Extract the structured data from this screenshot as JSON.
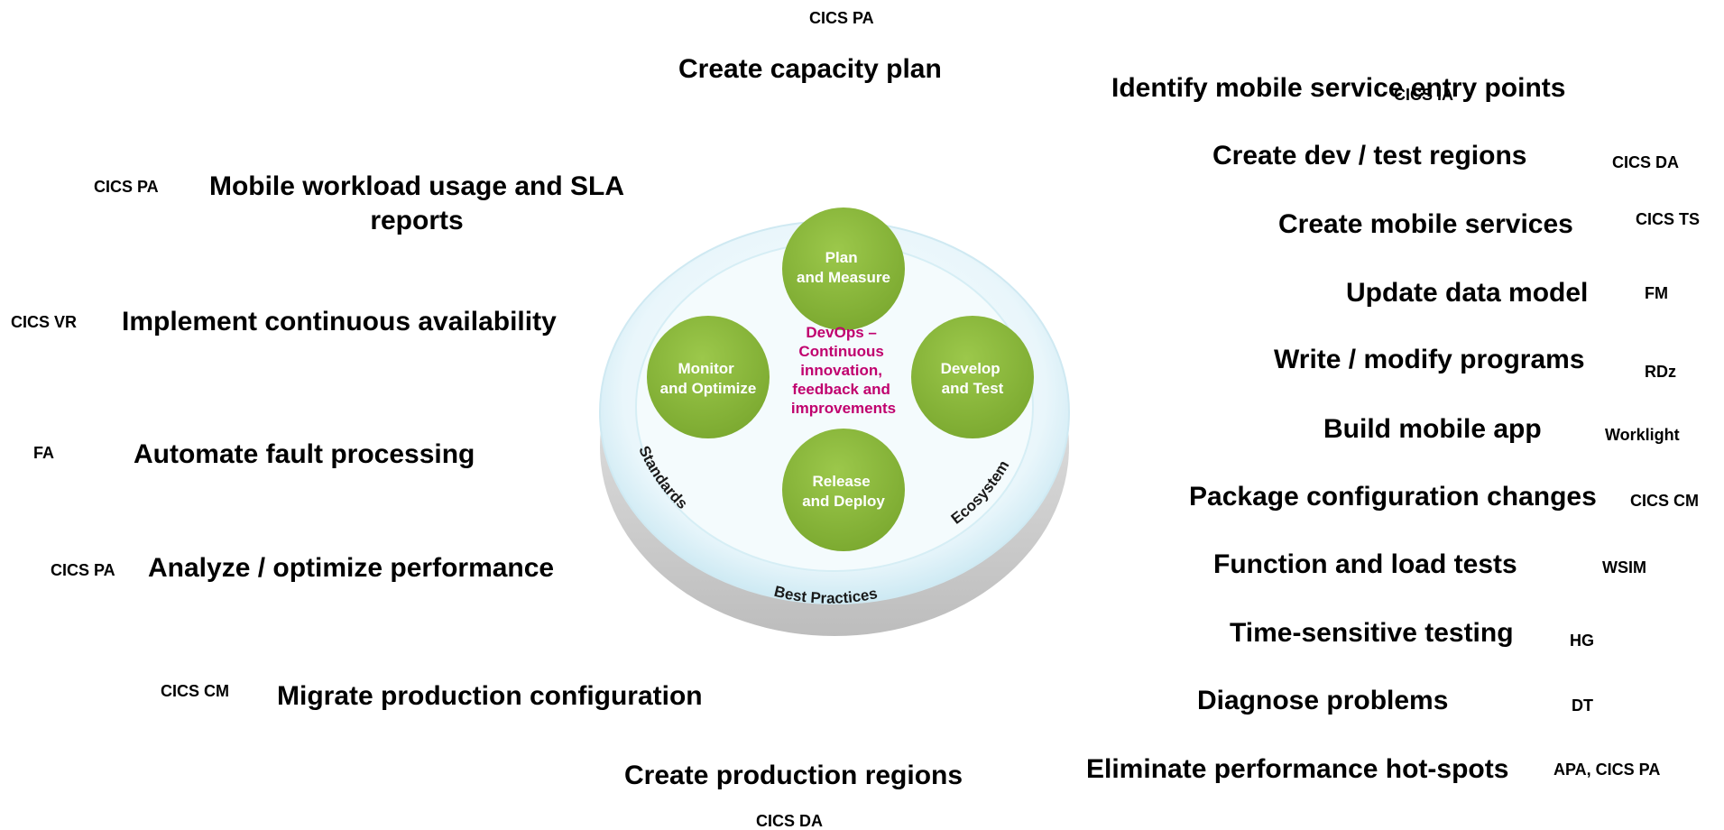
{
  "top": {
    "tool": "CICS PA",
    "task": "Create capacity plan"
  },
  "bottom": {
    "task": "Create production regions",
    "tool": "CICS DA"
  },
  "left": [
    {
      "tool": "CICS PA",
      "task_line1": "Mobile workload usage and SLA",
      "task_line2": "reports"
    },
    {
      "tool": "CICS VR",
      "task": "Implement continuous availability"
    },
    {
      "tool": "FA",
      "task": "Automate fault processing"
    },
    {
      "tool": "CICS PA",
      "task": "Analyze / optimize performance"
    },
    {
      "tool": "CICS CM",
      "task": "Migrate production configuration"
    }
  ],
  "right": [
    {
      "task": "Identify mobile service entry points",
      "tool": "CICS IA"
    },
    {
      "task": "Create dev / test regions",
      "tool": "CICS DA"
    },
    {
      "task": "Create mobile services",
      "tool": "CICS TS"
    },
    {
      "task": "Update data model",
      "tool": "FM"
    },
    {
      "task": "Write / modify programs",
      "tool": "RDz"
    },
    {
      "task": "Build mobile app",
      "tool": "Worklight"
    },
    {
      "task": "Package configuration changes",
      "tool": "CICS CM"
    },
    {
      "task": "Function  and load tests",
      "tool": "WSIM"
    },
    {
      "task": "Time-sensitive testing",
      "tool": "HG"
    },
    {
      "task": "Diagnose problems",
      "tool": "DT"
    },
    {
      "task": "Eliminate performance hot-spots",
      "tool": "APA, CICS PA"
    }
  ],
  "wheel": {
    "center_lines": [
      "DevOps –",
      "Continuous",
      "innovation,",
      "feedback and",
      "improvements"
    ],
    "plan": [
      "Plan",
      "and Measure"
    ],
    "develop": [
      "Develop",
      "and Test"
    ],
    "release": [
      "Release",
      "and Deploy"
    ],
    "monitor": [
      "Monitor",
      "and Optimize"
    ],
    "ring_standards": "Standards",
    "ring_best_practices": "Best Practices",
    "ring_ecosystem": "Ecosystem"
  },
  "colors": {
    "circle_green": "#86b33a",
    "center_text": "#c0006e",
    "disc_face": "#e9f6fb",
    "disc_rim": "#bfe3ef"
  }
}
